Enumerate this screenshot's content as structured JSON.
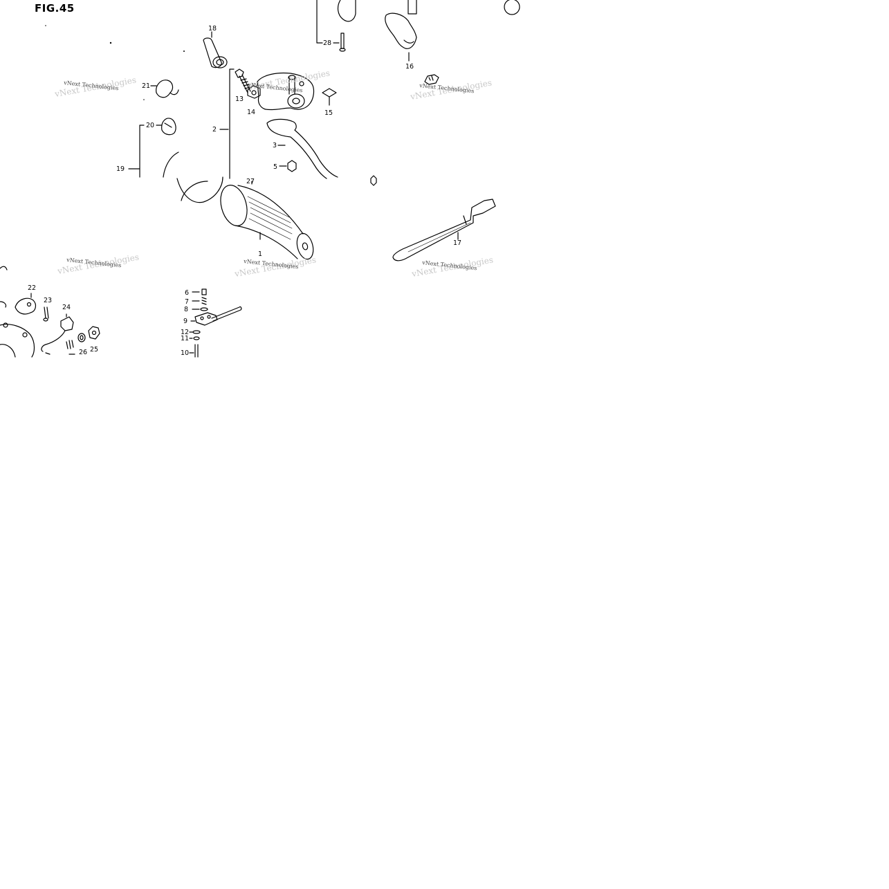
{
  "figure": {
    "title": "FIG.45"
  },
  "callouts": {
    "c1": "1",
    "c2": "2",
    "c3": "3",
    "c5": "5",
    "c6": "6",
    "c7": "7",
    "c8": "8",
    "c9": "9",
    "c10": "10",
    "c11": "11",
    "c12": "12",
    "c13": "13",
    "c14": "14",
    "c15": "15",
    "c16": "16",
    "c17": "17",
    "c18": "18",
    "c19": "19",
    "c20": "20",
    "c21": "21",
    "c22": "22",
    "c23": "23",
    "c24": "24",
    "c25": "25",
    "c26": "26",
    "c27": "27",
    "c28": "28"
  },
  "watermark": {
    "text": "vNext Technologies"
  },
  "colors": {
    "line": "#000000",
    "background": "#ffffff",
    "watermark": "#444444"
  }
}
